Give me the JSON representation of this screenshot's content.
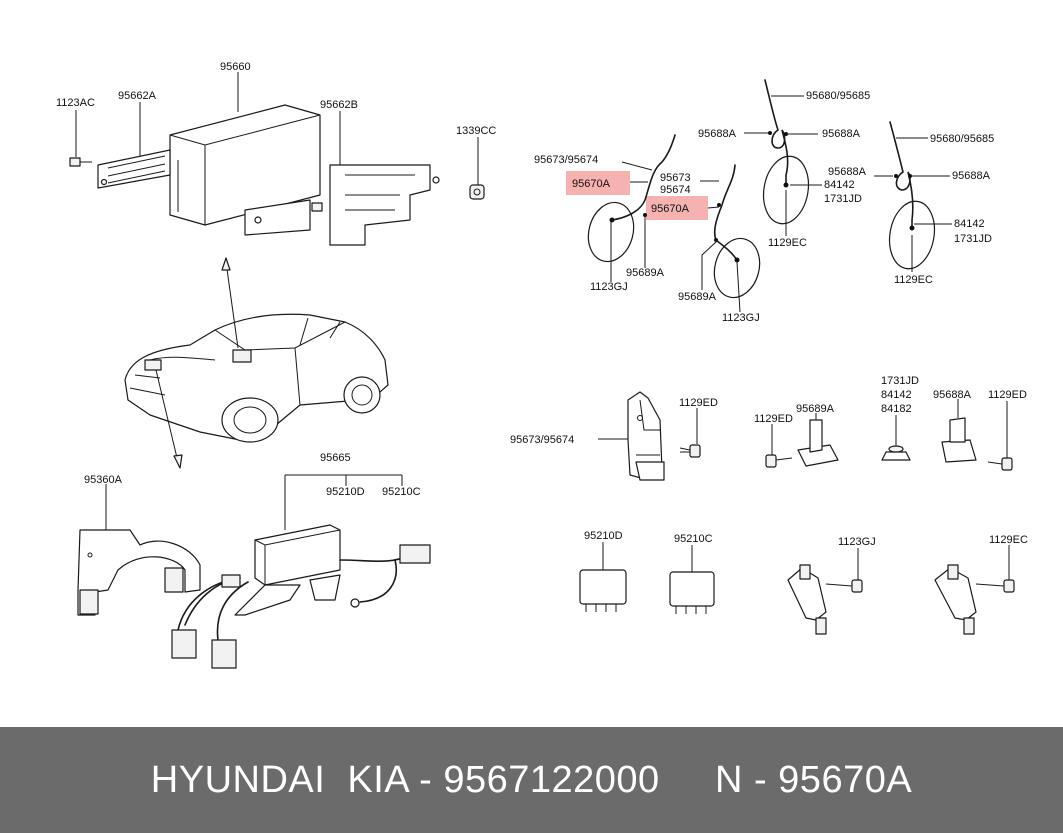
{
  "labels": {
    "l95660": "95660",
    "l1123AC": "1123AC",
    "l95662A": "95662A",
    "l95662B": "95662B",
    "l1339CC": "1339CC",
    "l95360A": "95360A",
    "l95665": "95665",
    "l95210D_top": "95210D",
    "l95210C_top": "95210C",
    "l95673_95674_a": "95673/95674",
    "l95670A_a": "95670A",
    "l1123GJ_a": "1123GJ",
    "l95689A_a": "95689A",
    "l95673": "95673",
    "l95674": "95674",
    "l95670A_b": "95670A",
    "l95689A_b": "95689A",
    "l1123GJ_b": "1123GJ",
    "l95680_95685_a": "95680/95685",
    "l95688A_a": "95688A",
    "l95688A_b": "95688A",
    "l84142_a": "84142",
    "l1731JD_a": "1731JD",
    "l1129EC_a": "1129EC",
    "l95680_95685_b": "95680/95685",
    "l95688A_c": "95688A",
    "l95688A_d": "95688A",
    "l84142_b": "84142",
    "l1731JD_b": "1731JD",
    "l1129EC_b": "1129EC",
    "l1129ED_a": "1129ED",
    "l95673_95674_b": "95673/95674",
    "l1129ED_b": "1129ED",
    "l95689A_c": "95689A",
    "l1731JD_c": "1731JD",
    "l84142_c": "84142",
    "l84182": "84182",
    "l95688A_e": "95688A",
    "l1129ED_c": "1129ED",
    "l95210D_b": "95210D",
    "l95210C_b": "95210C",
    "l1123GJ_c": "1123GJ",
    "l1129EC_c": "1129EC"
  },
  "footer": {
    "text": "HYUNDAI  KIA - 9567122000     N - 95670A"
  },
  "colors": {
    "highlight": "#f4a3a3",
    "footer_bg": "#6b6b6b",
    "footer_text": "#ffffff"
  }
}
